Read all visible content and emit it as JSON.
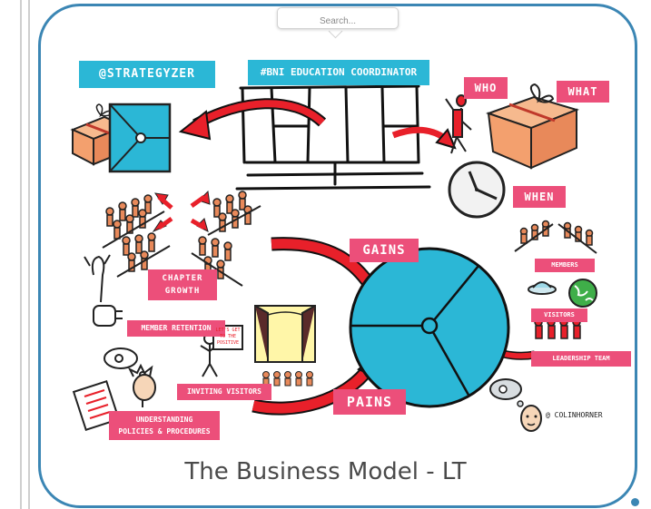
{
  "tooltip": {
    "text": "Search..."
  },
  "tags": {
    "strategyzer": "@STRATEGYZER",
    "bni": "#BNI EDUCATION COORDINATOR",
    "who": "WHO",
    "what": "WHAT",
    "when": "WHEN",
    "gains": "GAINS",
    "pains": "PAINS",
    "chapter_growth_1": "CHAPTER",
    "chapter_growth_2": "GROWTH",
    "member_retention": "MEMBER RETENTION",
    "inviting_visitors": "INVITING VISITORS",
    "understanding_1": "UNDERSTANDING",
    "understanding_2": "POLICIES & PROCEDURES",
    "members": "MEMBERS",
    "visitors": "VISITORS",
    "leadership_team": "LEADERSHIP TEAM"
  },
  "sign_text": {
    "l1": "LET'S GET",
    "l2": "TO THE",
    "l3": "POSITIVE"
  },
  "credit": "@ COLINHORNER",
  "caption": "The Business Model - LT",
  "colors": {
    "border": "#3b86b4",
    "cyan": "#2bb7d6",
    "pink": "#ec4f7a",
    "red": "#e8202a",
    "box": "#f3a06e"
  }
}
